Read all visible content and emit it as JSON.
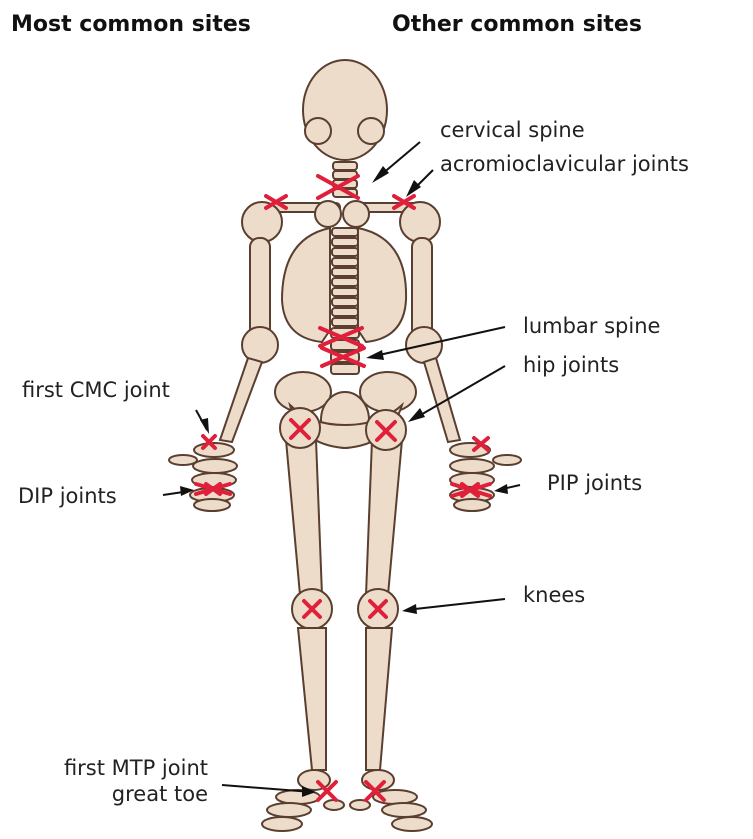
{
  "headings": {
    "left": "Most common sites",
    "right": "Other common sites"
  },
  "labels": {
    "cervical_spine": "cervical spine",
    "acromioclavicular": "acromioclavicular joints",
    "lumbar_spine": "lumbar spine",
    "hip_joints": "hip joints",
    "first_cmc": "first CMC joint",
    "dip_joints": "DIP joints",
    "pip_joints": "PIP joints",
    "knees": "knees",
    "first_mtp_line1": "first MTP joint",
    "first_mtp_line2": "great toe"
  },
  "colors": {
    "bone_fill": "#eedccb",
    "bone_stroke": "#5a3e30",
    "marker": "#e0203a",
    "text": "#222222"
  }
}
